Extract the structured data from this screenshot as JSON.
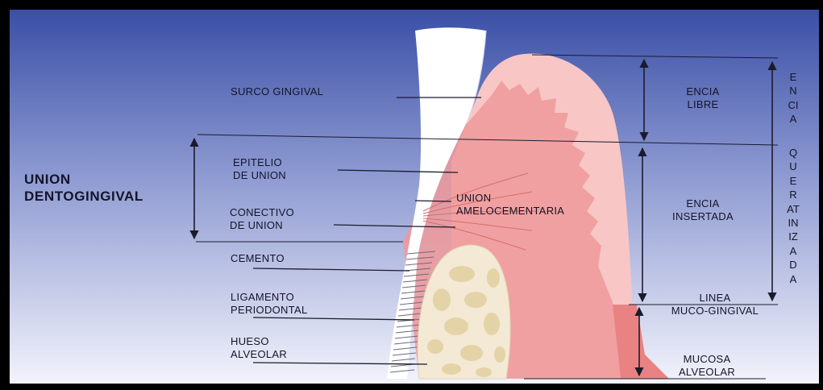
{
  "colors": {
    "frame": "#000000",
    "background_top": "#3a4fa6",
    "background_bottom": "#eef0fb",
    "gingiva_light": "#f7c3c2",
    "gingiva_dark": "#ee8c8c",
    "tooth": "#ffffff",
    "bone": "#f2e8d2",
    "bone_spots": "#e4d2aa",
    "line": "#1b1b2e"
  },
  "labels": {
    "union_dentogingival": [
      "UNION",
      "DENTOGINGIVAL"
    ],
    "surco_gingival": "SURCO GINGIVAL",
    "epitelio_de_union": [
      "EPITELIO",
      "DE UNION"
    ],
    "conectivo_de_union": [
      "CONECTIVO",
      "DE UNION"
    ],
    "cemento": "CEMENTO",
    "ligamento_periodontal": [
      "LIGAMENTO",
      "PERIODONTAL"
    ],
    "hueso_alveolar": [
      "HUESO",
      "ALVEOLAR"
    ],
    "union_amelocementaria": [
      "UNION",
      "AMELOCEMENTARIA"
    ],
    "encia_libre": [
      "ENCIA",
      "LIBRE"
    ],
    "encia_insertada": [
      "ENCIA",
      "INSERTADA"
    ],
    "linea_muco_gingival": [
      "LINEA",
      "MUCO-GINGIVAL"
    ],
    "mucosa_alveolar": [
      "MUCOSA",
      "ALVEOLAR"
    ],
    "encia_vertical": "ENCIA",
    "queratinizada_vertical": "QUERATINIZADA"
  }
}
